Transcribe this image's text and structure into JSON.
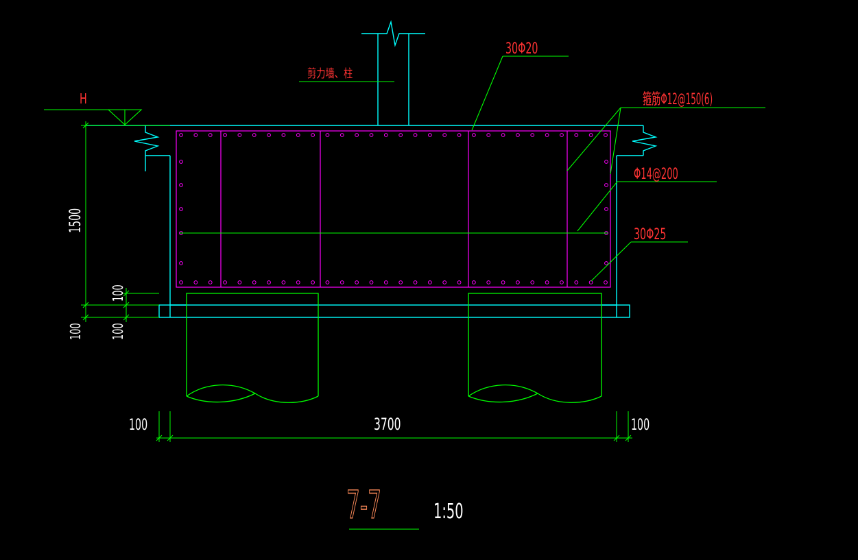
{
  "colors": {
    "background": "#000000",
    "cyan": "#00ffff",
    "green": "#00ff00",
    "magenta": "#ff00ff",
    "red": "#ff3333",
    "white": "#ffffff",
    "title_orange": "#ff8c5a"
  },
  "labels": {
    "shear_wall": "剪力墙、柱",
    "top_bars": "30Φ20",
    "stirrups": "箍筋Φ12@150(6)",
    "side_bars": "Φ14@200",
    "bottom_bars": "30Φ25",
    "elevation_mark": "H"
  },
  "dimensions": {
    "height_1500": "1500",
    "dim_100_a": "100",
    "dim_100_b": "100",
    "dim_100_c": "100",
    "width_3700": "3700",
    "left_100": "100",
    "right_100": "100"
  },
  "title": {
    "section": "7-7",
    "scale": "1:50"
  },
  "icons": [
    "break-line-icon",
    "elevation-triangle-icon"
  ]
}
